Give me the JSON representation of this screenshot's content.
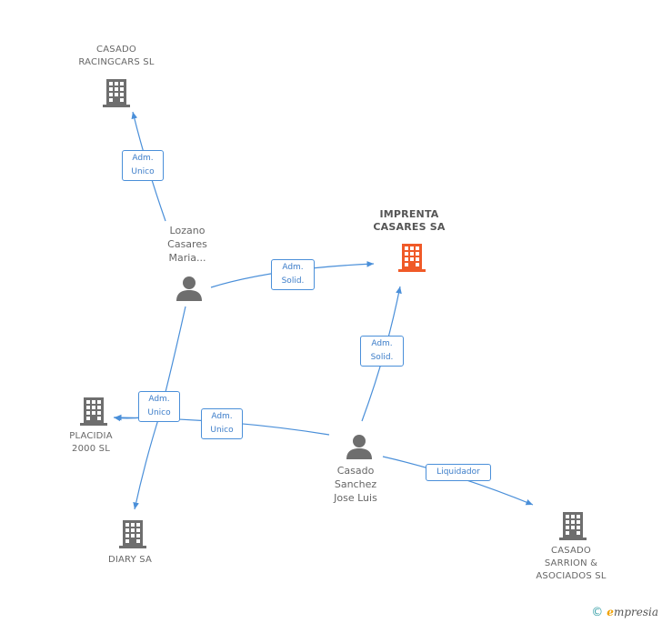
{
  "nodes": {
    "racingcars": {
      "line1": "CASADO",
      "line2": "RACINGCARS SL"
    },
    "imprenta": {
      "line1": "IMPRENTA",
      "line2": "CASARES SA"
    },
    "lozano": {
      "line1": "Lozano",
      "line2": "Casares",
      "line3": "Maria..."
    },
    "placidia": {
      "line1": "PLACIDIA",
      "line2": "2000 SL"
    },
    "diary": {
      "line1": "DIARY SA"
    },
    "casado_jose": {
      "line1": "Casado",
      "line2": "Sanchez",
      "line3": "Jose Luis"
    },
    "sarrion": {
      "line1": "CASADO",
      "line2": "SARRION &",
      "line3": "ASOCIADOS SL"
    }
  },
  "edges": {
    "lozano_racingcars": {
      "line1": "Adm.",
      "line2": "Unico"
    },
    "lozano_imprenta": {
      "line1": "Adm.",
      "line2": "Solid."
    },
    "lozano_placidia_diary": {
      "line1": "Adm.",
      "line2": "Unico"
    },
    "casado_placidia": {
      "line1": "Adm.",
      "line2": "Unico"
    },
    "casado_imprenta": {
      "line1": "Adm.",
      "line2": "Solid."
    },
    "casado_sarrion": {
      "line1": "Liquidador"
    }
  },
  "footer": {
    "copyright": "©",
    "brand_initial": "e",
    "brand_rest": "mpresia"
  },
  "colors": {
    "edge": "#4a8fd9",
    "building": "#6e6e6e",
    "building_highlight": "#f05a28",
    "person": "#6e6e6e"
  }
}
